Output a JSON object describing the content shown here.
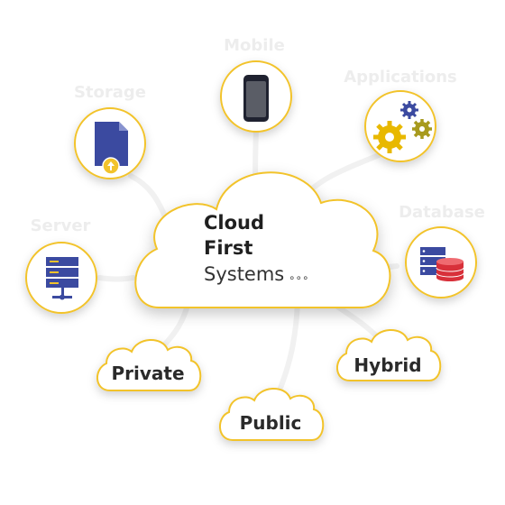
{
  "center": {
    "line1": "Cloud",
    "line2": "First",
    "line3": "Systems",
    "ellipsis": "∘∘∘"
  },
  "nodes": {
    "mobile": {
      "label": "Mobile",
      "icon": "smartphone-icon"
    },
    "applications": {
      "label": "Applications",
      "icon": "gears-icon"
    },
    "storage": {
      "label": "Storage",
      "icon": "document-upload-icon"
    },
    "database": {
      "label": "Database",
      "icon": "database-icon"
    },
    "server": {
      "label": "Server",
      "icon": "server-rack-icon"
    }
  },
  "deployments": {
    "private": "Private",
    "public": "Public",
    "hybrid": "Hybrid"
  },
  "colors": {
    "accent_yellow": "#f2c32c",
    "icon_blue": "#3b4aa0",
    "icon_red": "#d8303a",
    "gear_gold": "#e8b800",
    "gear_olive": "#a79a1e",
    "ghost_text": "#ededed"
  }
}
